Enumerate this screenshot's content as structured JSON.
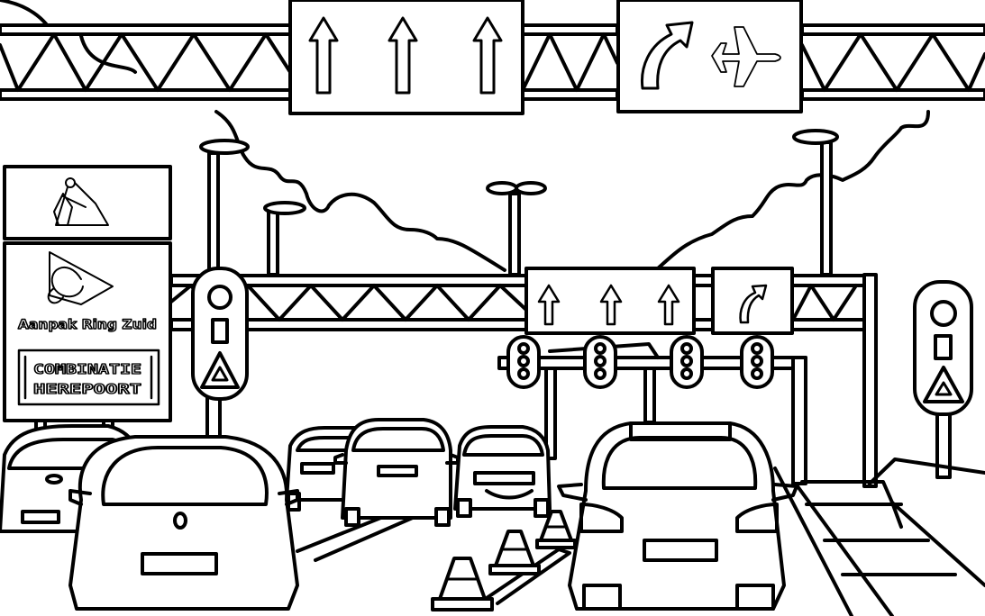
{
  "colors": {
    "line": "#000000",
    "fill": "#ffffff"
  },
  "project_sign": {
    "brand": "Aanpak Ring Zuid",
    "combination_line1": "COMBINATIE",
    "combination_line2": "HEREPOORT",
    "icons": [
      "road-works-icon",
      "ring-logo-icon"
    ]
  },
  "overhead_signs": {
    "top_lanes": [
      "arrow-up-icon",
      "arrow-up-icon",
      "arrow-up-icon"
    ],
    "top_exit": [
      "arrow-curve-right-icon",
      "airplane-icon"
    ],
    "mid_lanes": [
      "arrow-up-icon",
      "arrow-up-icon",
      "arrow-up-icon"
    ],
    "mid_exit": [
      "arrow-curve-right-icon"
    ]
  }
}
